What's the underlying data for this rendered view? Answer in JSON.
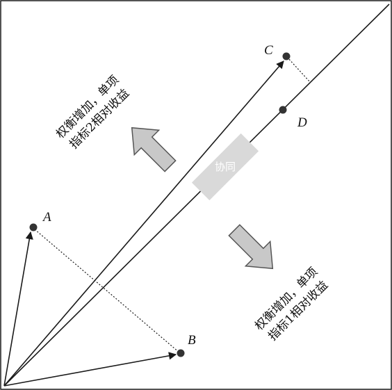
{
  "points": {
    "A": "A",
    "B": "B",
    "C": "C",
    "D": "D"
  },
  "labels": {
    "upper_left": {
      "line1": "权衡增加，单项",
      "line2": "指标2相对收益"
    },
    "lower_right": {
      "line1": "权衡增加，单项",
      "line2": "指标1相对收益"
    },
    "band": "协同"
  },
  "colors": {
    "line": "#1a1a1a",
    "arrow_fill": "#c8c8c8",
    "arrow_stroke": "#555555",
    "band_fill": "#d9d9d9",
    "point": "#333333"
  }
}
